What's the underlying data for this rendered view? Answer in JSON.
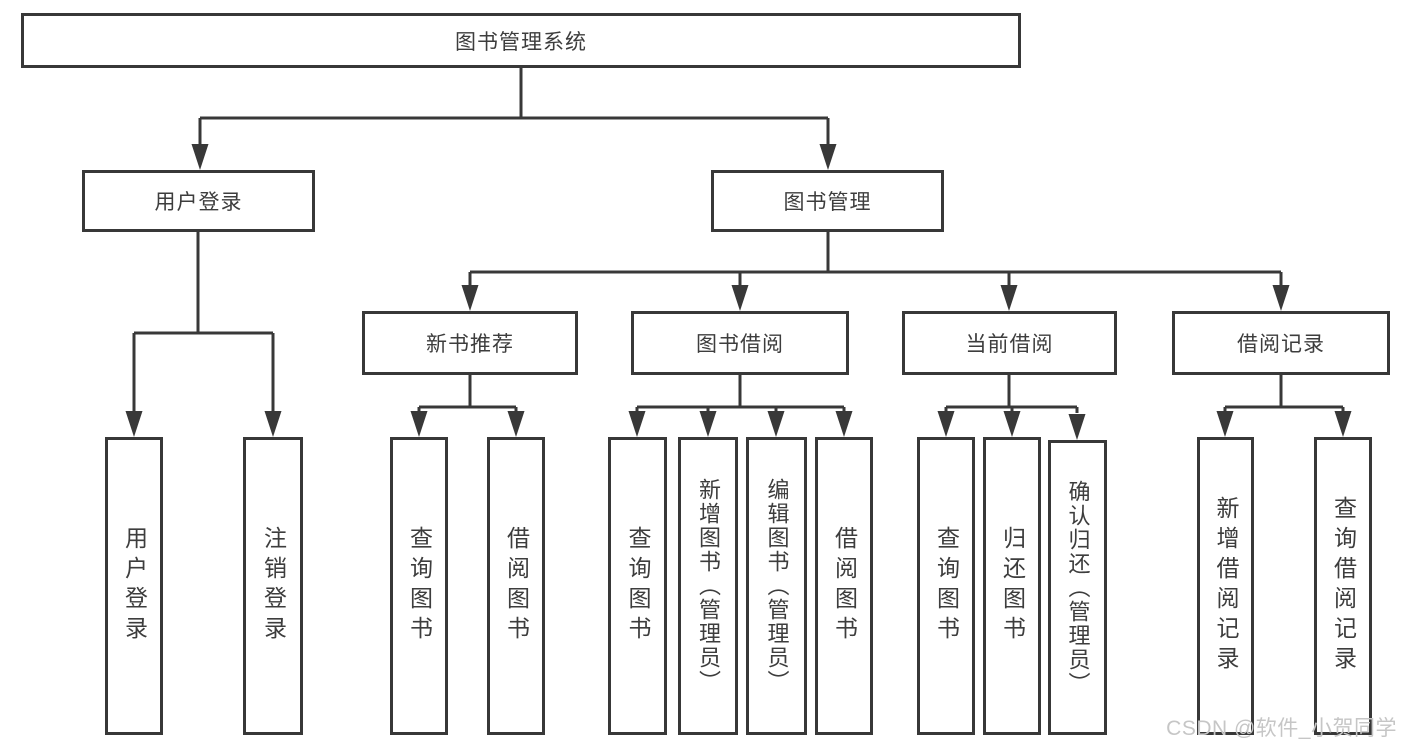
{
  "tree": {
    "label": "图书管理系统",
    "children": [
      {
        "label": "用户登录",
        "children": [
          {
            "label": "用户登录"
          },
          {
            "label": "注销登录"
          }
        ]
      },
      {
        "label": "图书管理",
        "children": [
          {
            "label": "新书推荐",
            "children": [
              {
                "label": "查询图书"
              },
              {
                "label": "借阅图书"
              }
            ]
          },
          {
            "label": "图书借阅",
            "children": [
              {
                "label": "查询图书"
              },
              {
                "label": "新增图书（管理员）"
              },
              {
                "label": "编辑图书（管理员）"
              },
              {
                "label": "借阅图书"
              }
            ]
          },
          {
            "label": "当前借阅",
            "children": [
              {
                "label": "查询图书"
              },
              {
                "label": "归还图书"
              },
              {
                "label": "确认归还（管理员）"
              }
            ]
          },
          {
            "label": "借阅记录",
            "children": [
              {
                "label": "新增借阅记录"
              },
              {
                "label": "查询借阅记录"
              }
            ]
          }
        ]
      }
    ]
  },
  "watermark": "CSDN @软件_小贺同学",
  "colors": {
    "line": "#383838",
    "text": "#3d3d3d",
    "watermark": "#c6c6c6",
    "background": "#ffffff"
  }
}
